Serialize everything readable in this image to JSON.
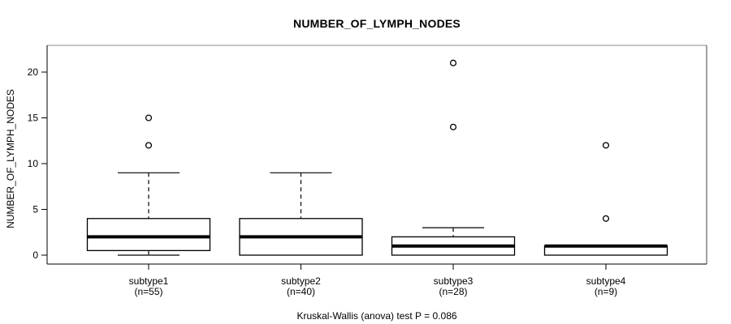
{
  "title": "NUMBER_OF_LYMPH_NODES",
  "caption": "Kruskal-Wallis (anova) test P = 0.086",
  "chart_data": {
    "type": "boxplot",
    "title": "NUMBER_OF_LYMPH_NODES",
    "ylabel": "NUMBER_OF_LYMPH_NODES",
    "xlabel": "",
    "caption": "Kruskal-Wallis (anova) test P = 0.086",
    "yticks": [
      0,
      5,
      10,
      15,
      20
    ],
    "ylim": [
      -0.9,
      22.9
    ],
    "grid": false,
    "legend": null,
    "p_value": 0.086,
    "test_name": "Kruskal-Wallis (anova) test",
    "colors": {
      "background": "#ffffff",
      "box_fill": "#ffffff",
      "line": "#000000",
      "frame_top": "#8a8a8a"
    },
    "groups": [
      {
        "label": "subtype1",
        "sublabel": "(n=55)",
        "n": 55,
        "whisker_low": 0,
        "q1": 0.5,
        "median": 2,
        "q3": 4,
        "whisker_high": 9,
        "outliers": [
          12,
          15
        ]
      },
      {
        "label": "subtype2",
        "sublabel": "(n=40)",
        "n": 40,
        "whisker_low": 0,
        "q1": 0,
        "median": 2,
        "q3": 4,
        "whisker_high": 9,
        "outliers": []
      },
      {
        "label": "subtype3",
        "sublabel": "(n=28)",
        "n": 28,
        "whisker_low": 0,
        "q1": 0,
        "median": 1,
        "q3": 2,
        "whisker_high": 3,
        "outliers": [
          14,
          21
        ]
      },
      {
        "label": "subtype4",
        "sublabel": "(n=9)",
        "n": 9,
        "whisker_low": 0,
        "q1": 0,
        "median": 1,
        "q3": 1,
        "whisker_high": 1,
        "outliers": [
          4,
          12
        ]
      }
    ]
  }
}
